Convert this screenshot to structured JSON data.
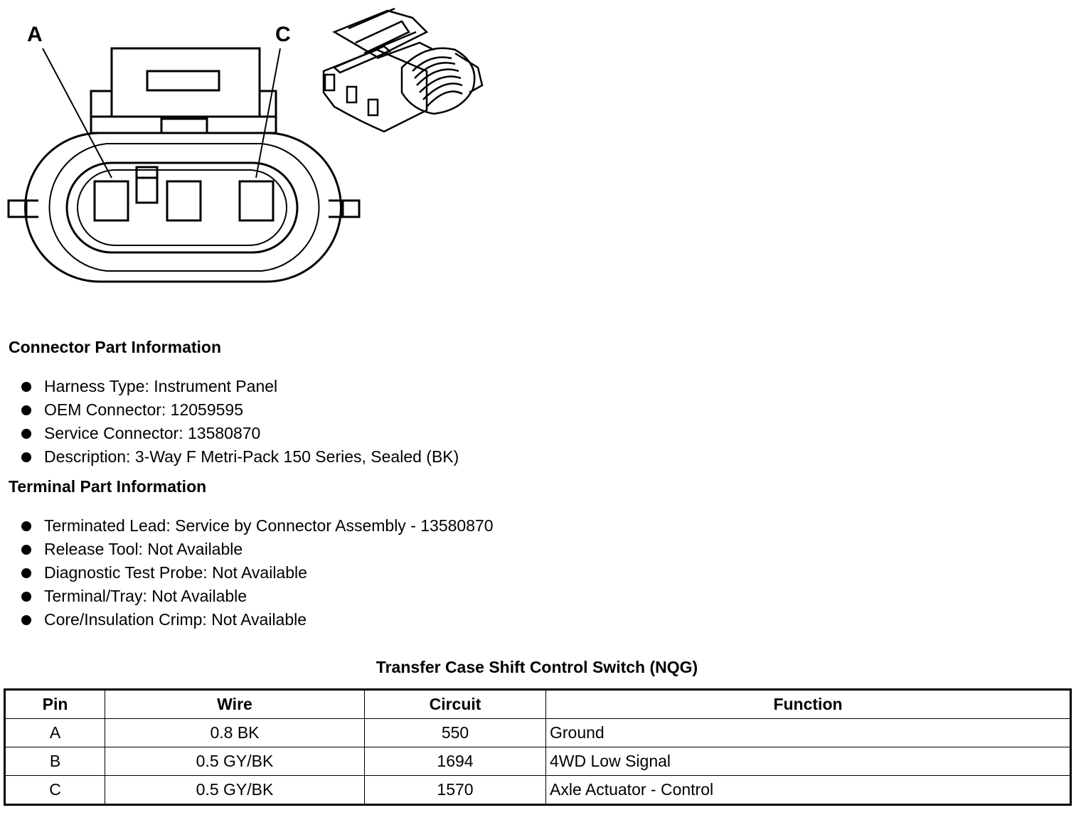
{
  "diagram": {
    "label_a": "A",
    "label_c": "C"
  },
  "connector_info": {
    "title": "Connector Part Information",
    "items": [
      "Harness Type: Instrument Panel",
      "OEM Connector: 12059595",
      "Service Connector: 13580870",
      "Description: 3-Way F Metri-Pack 150 Series, Sealed (BK)"
    ]
  },
  "terminal_info": {
    "title": "Terminal Part Information",
    "items": [
      "Terminated Lead: Service by Connector Assembly - 13580870",
      "Release Tool: Not Available",
      "Diagnostic Test Probe: Not Available",
      "Terminal/Tray: Not Available",
      "Core/Insulation Crimp: Not Available"
    ]
  },
  "table": {
    "title": "Transfer Case Shift Control Switch (NQG)",
    "headers": [
      "Pin",
      "Wire",
      "Circuit",
      "Function"
    ],
    "rows": [
      [
        "A",
        "0.8 BK",
        "550",
        "Ground"
      ],
      [
        "B",
        "0.5 GY/BK",
        "1694",
        "4WD Low Signal"
      ],
      [
        "C",
        "0.5 GY/BK",
        "1570",
        "Axle Actuator - Control"
      ]
    ]
  }
}
